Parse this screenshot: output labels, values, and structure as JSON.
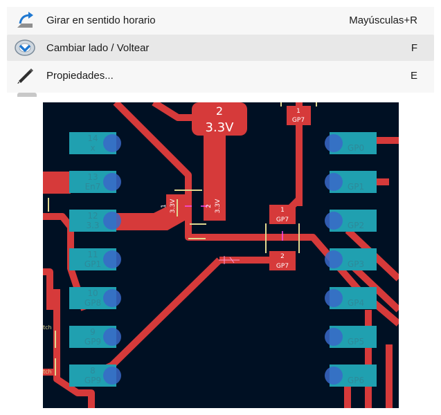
{
  "context_menu": {
    "items": [
      {
        "label": "Girar en sentido horario",
        "shortcut": "Mayúsculas+R",
        "icon": "rotate-clockwise-icon"
      },
      {
        "label": "Cambiar lado / Voltear",
        "shortcut": "F",
        "icon": "flip-side-icon"
      },
      {
        "label": "Propiedades...",
        "shortcut": "E",
        "icon": "pencil-icon"
      }
    ]
  },
  "pcb": {
    "colors": {
      "background": "#001023",
      "copper_track": "#d63a3a",
      "pad": "#20a0b0",
      "silkscreen": "#e0d890"
    },
    "component_top": {
      "pin": "2",
      "net": "3.3V"
    },
    "gp7_top": {
      "pin": "1",
      "net": "GP7"
    },
    "resistor": {
      "pin1": {
        "number": "1",
        "net": "3.3V"
      },
      "pin2": {
        "number": "2",
        "net": "3.3V"
      }
    },
    "capacitor": {
      "pin1": {
        "number": "1",
        "net": "GP7"
      },
      "pin2": {
        "number": "2",
        "net": "GP7"
      }
    },
    "left_pads": [
      {
        "number": "14",
        "net": "x"
      },
      {
        "number": "13",
        "net": "En7"
      },
      {
        "number": "12",
        "net": "3.3"
      },
      {
        "number": "11",
        "net": "GP1"
      },
      {
        "number": "10",
        "net": "GP8"
      },
      {
        "number": "9",
        "net": "GP9"
      },
      {
        "number": "8",
        "net": "GP9"
      }
    ],
    "right_pads": [
      {
        "number": "",
        "net": "GP0"
      },
      {
        "number": "",
        "net": "GP1"
      },
      {
        "number": "",
        "net": "GP2"
      },
      {
        "number": "",
        "net": "GP3"
      },
      {
        "number": "",
        "net": "GP4"
      },
      {
        "number": "",
        "net": "GP5"
      },
      {
        "number": "",
        "net": "GP6"
      }
    ],
    "edge_labels": [
      "tch",
      "tch"
    ]
  }
}
